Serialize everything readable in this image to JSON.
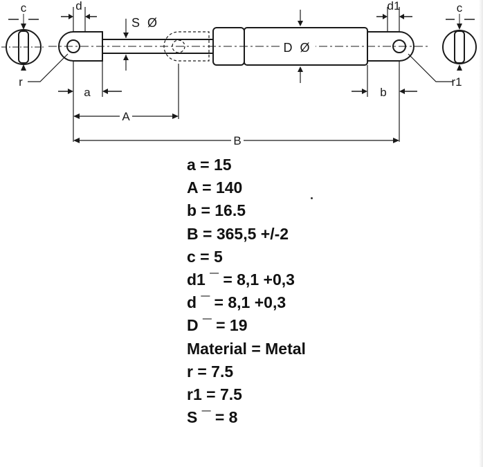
{
  "diagram": {
    "labels": {
      "c_left": "c",
      "d": "d",
      "s_dia": "S Ø",
      "d_dia": "D Ø",
      "d1": "d1",
      "c_right": "c",
      "r": "r",
      "r1": "r1",
      "a": "a",
      "b": "b",
      "A": "A",
      "B": "B"
    }
  },
  "specs": [
    "a = 15",
    "A = 140",
    "b = 16.5",
    "B = 365,5 +/-2",
    "c = 5",
    "d1 ¯ = 8,1 +0,3",
    "d ¯ = 8,1 +0,3",
    "D ¯ = 19",
    "Material = Metal",
    "r = 7.5",
    "r1 = 7.5",
    "S ¯ = 8"
  ],
  "colors": {
    "line": "#1a1a1a",
    "text": "#111111"
  }
}
